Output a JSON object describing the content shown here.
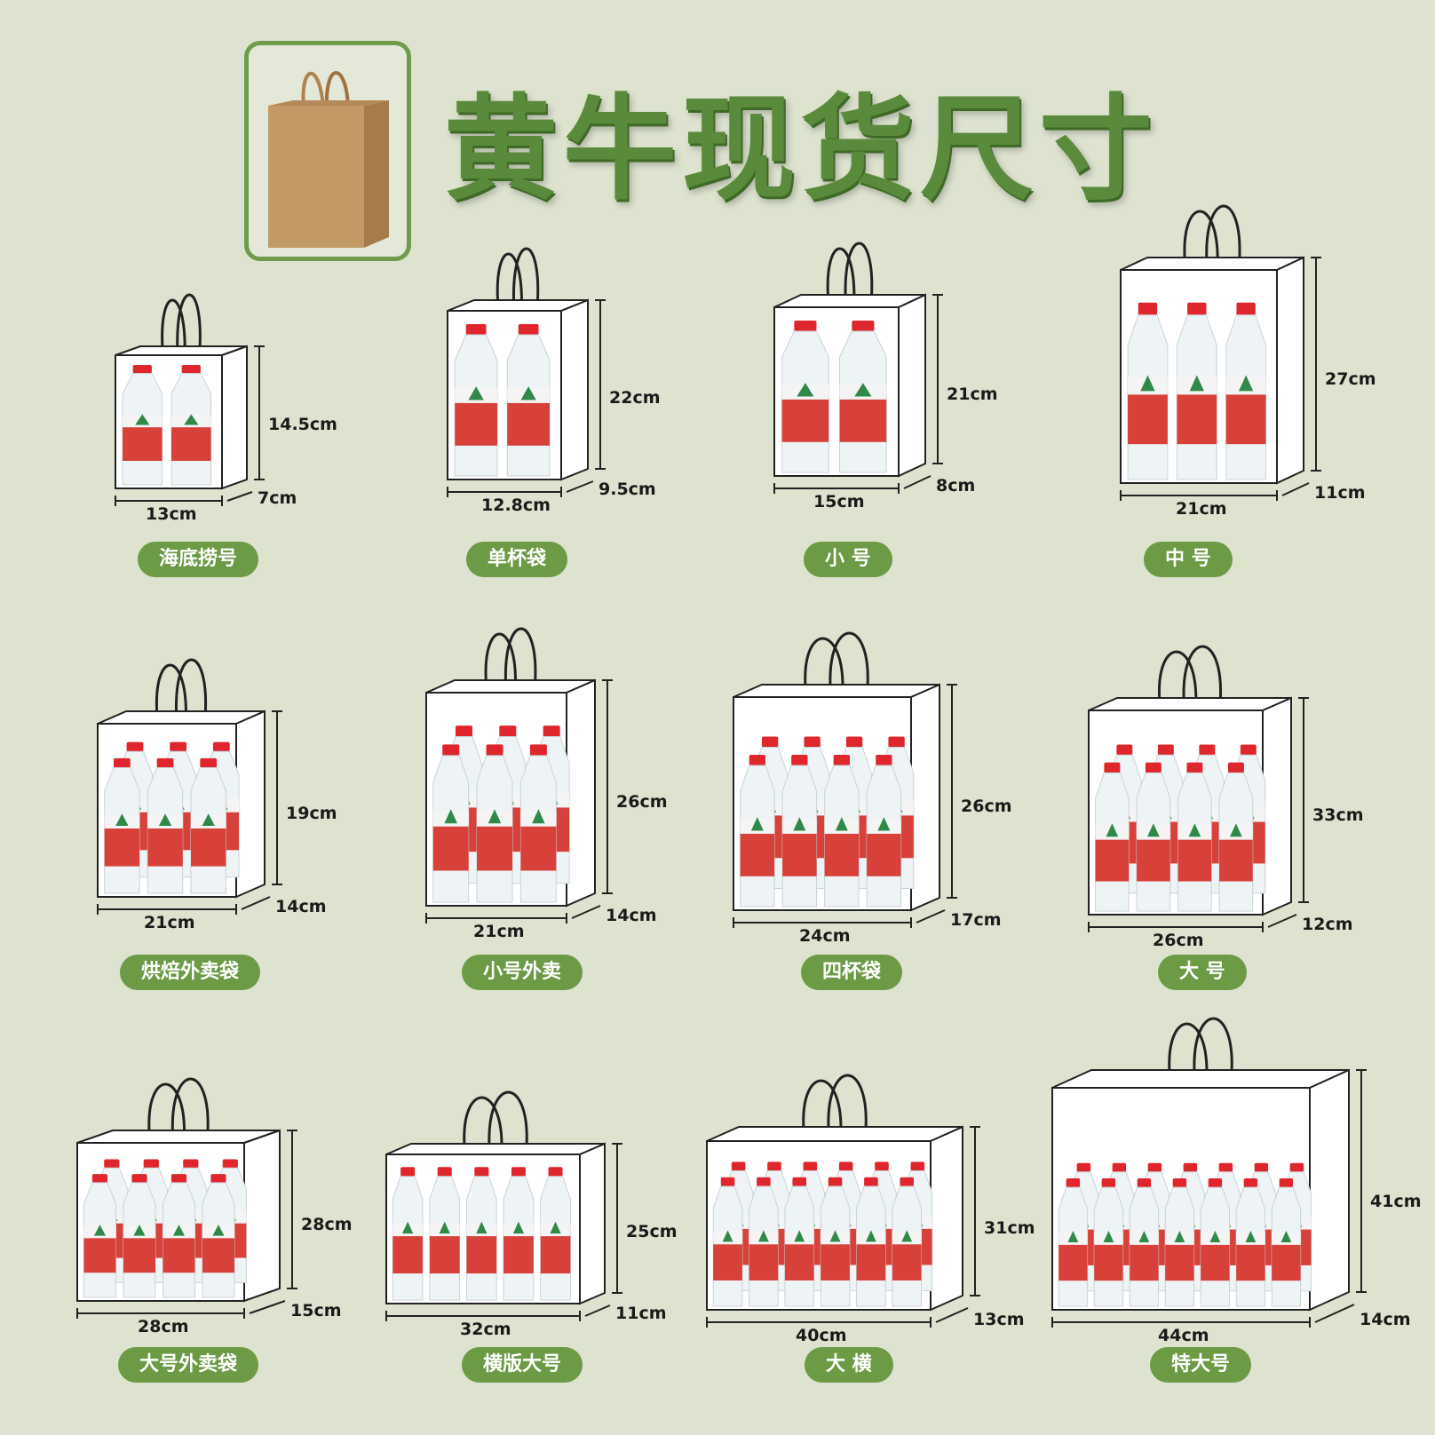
{
  "title": "黄牛现货尺寸",
  "header_image": "kraft-paper-bag-photo",
  "colors": {
    "background": "#dde3cf",
    "accent": "#6c9a45",
    "title": "#5a8a3c",
    "bottle_cap": "#e0262d",
    "bottle_label": "#d8403a",
    "bottle_logo": "#2f8a4a"
  },
  "bag_icon": "bag-with-water-bottles-icon",
  "items": [
    {
      "name": "海底捞号",
      "width": "13cm",
      "depth": "7cm",
      "height": "14.5cm",
      "bottles": 2,
      "rows": 1
    },
    {
      "name": "单杯袋",
      "width": "12.8cm",
      "depth": "9.5cm",
      "height": "22cm",
      "bottles": 2,
      "rows": 1
    },
    {
      "name": "小  号",
      "width": "15cm",
      "depth": "8cm",
      "height": "21cm",
      "bottles": 2,
      "rows": 1
    },
    {
      "name": "中  号",
      "width": "21cm",
      "depth": "11cm",
      "height": "27cm",
      "bottles": 3,
      "rows": 1
    },
    {
      "name": "烘焙外卖袋",
      "width": "21cm",
      "depth": "14cm",
      "height": "19cm",
      "bottles": 3,
      "rows": 2
    },
    {
      "name": "小号外卖",
      "width": "21cm",
      "depth": "14cm",
      "height": "26cm",
      "bottles": 3,
      "rows": 2
    },
    {
      "name": "四杯袋",
      "width": "24cm",
      "depth": "17cm",
      "height": "26cm",
      "bottles": 4,
      "rows": 2
    },
    {
      "name": "大  号",
      "width": "26cm",
      "depth": "12cm",
      "height": "33cm",
      "bottles": 4,
      "rows": 2
    },
    {
      "name": "大号外卖袋",
      "width": "28cm",
      "depth": "15cm",
      "height": "28cm",
      "bottles": 4,
      "rows": 2
    },
    {
      "name": "横版大号",
      "width": "32cm",
      "depth": "11cm",
      "height": "25cm",
      "bottles": 5,
      "rows": 1
    },
    {
      "name": "大  横",
      "width": "40cm",
      "depth": "13cm",
      "height": "31cm",
      "bottles": 6,
      "rows": 2
    },
    {
      "name": "特大号",
      "width": "44cm",
      "depth": "14cm",
      "height": "41cm",
      "bottles": 7,
      "rows": 2
    }
  ]
}
